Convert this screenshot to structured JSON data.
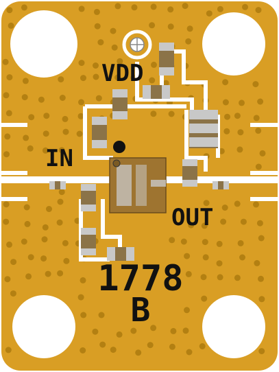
{
  "board": {
    "colors": {
      "substrate": "#d99e24",
      "via": "#b38012",
      "trace": "#ffffff",
      "silkscreen": "#111111",
      "component_body": "#8b7348",
      "component_pad": "#c8c8c8",
      "chip_body": "#9e7430"
    },
    "labels": {
      "supply": "VDD",
      "input": "IN",
      "output": "OUT",
      "part_number": "1778",
      "revision": "B"
    }
  }
}
